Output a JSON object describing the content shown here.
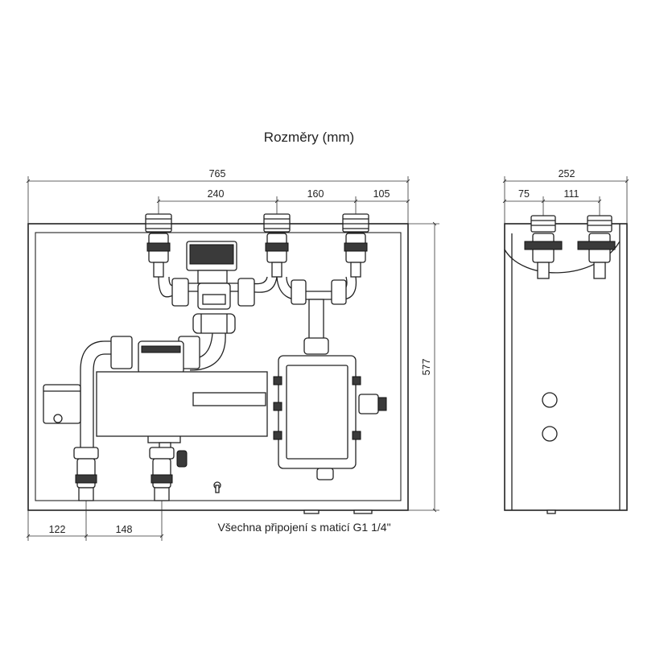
{
  "title": "Rozměry (mm)",
  "note": "Všechna připojení s maticí G1 1/4\"",
  "front_view": {
    "dimensions": {
      "total_width": "765",
      "inlet_spacing_1": "240",
      "inlet_spacing_2": "160",
      "inlet_spacing_3": "105",
      "height": "577",
      "bottom_offset_1": "122",
      "bottom_offset_2": "148"
    }
  },
  "side_view": {
    "dimensions": {
      "depth": "252",
      "offset_1": "75",
      "offset_2": "111"
    }
  }
}
